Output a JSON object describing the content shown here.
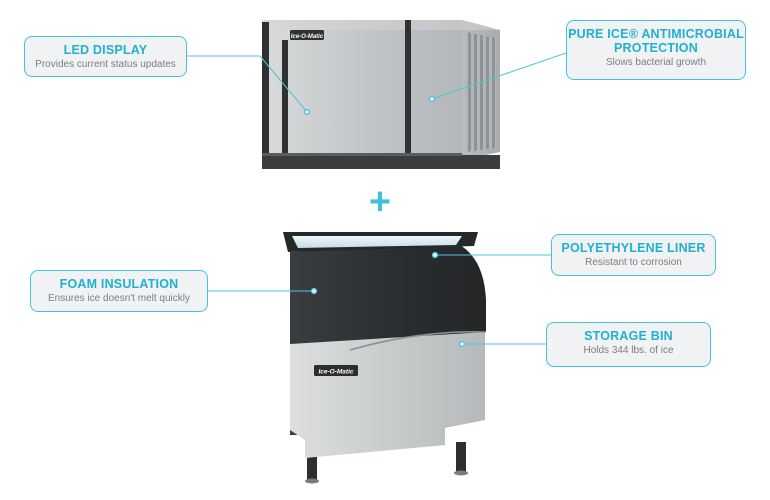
{
  "callouts": {
    "led_display": {
      "title": "LED DISPLAY",
      "subtitle": "Provides current status updates"
    },
    "pure_ice": {
      "title_line1": "PURE ICE® ANTIMICROBIAL",
      "title_line2": "PROTECTION",
      "subtitle": "Slows bacterial growth"
    },
    "polyethylene_liner": {
      "title": "POLYETHYLENE LINER",
      "subtitle": "Resistant to corrosion"
    },
    "foam_insulation": {
      "title": "FOAM INSULATION",
      "subtitle": "Ensures ice doesn't melt quickly"
    },
    "storage_bin": {
      "title": "STORAGE BIN",
      "subtitle": "Holds 344 lbs. of ice"
    }
  },
  "products": {
    "ice_machine_logo": "Ice-O-Matic",
    "storage_bin_logo": "Ice-O-Matic"
  },
  "plus_symbol": "+",
  "colors": {
    "accent": "#1fb0d2",
    "callout_border": "#44c2dd",
    "callout_fill": "#f1f2f3",
    "subtitle_text": "#7d7d7d",
    "steel": "#c8cbcd",
    "bin_front": "#2b2e30"
  }
}
